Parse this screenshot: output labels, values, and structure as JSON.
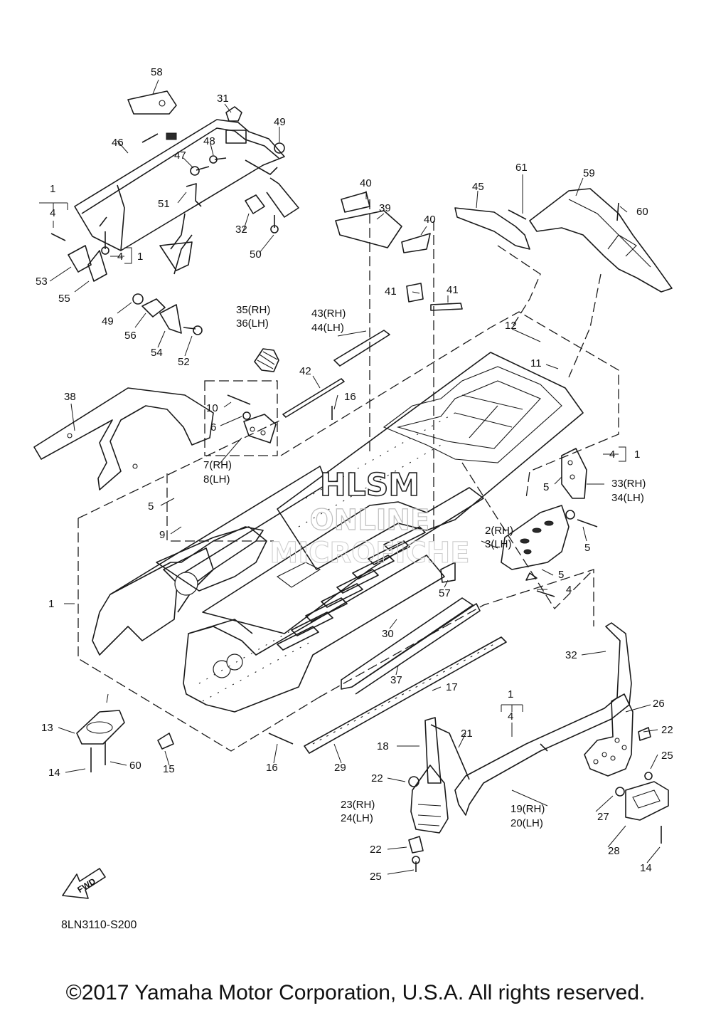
{
  "diagram_code": "8LN3110-S200",
  "copyright": "©2017 Yamaha Motor Corporation, U.S.A. All rights reserved.",
  "watermark": {
    "line1": "HLSM",
    "line2": "ONLINE",
    "line3": "MICROFICHE"
  },
  "fwd_label": "FWD",
  "callouts": {
    "c58": "58",
    "c31": "31",
    "c49a": "49",
    "c46": "46",
    "c48": "48",
    "c47": "47",
    "c51": "51",
    "c32a": "32",
    "c50": "50",
    "c1a": "1",
    "c4a": "4",
    "c4b": "4",
    "c1b": "1",
    "c53": "53",
    "c55": "55",
    "c49b": "49",
    "c56": "56",
    "c54": "54",
    "c52": "52",
    "c40a": "40",
    "c39": "39",
    "c40b": "40",
    "c45": "45",
    "c61": "61",
    "c59": "59",
    "c60a": "60",
    "c41a": "41",
    "c41b": "41",
    "c35": "35(RH)",
    "c36": "36(LH)",
    "c43": "43(RH)",
    "c44": "44(LH)",
    "c12": "12",
    "c11": "11",
    "c42": "42",
    "c38": "38",
    "c10": "10",
    "c6": "6",
    "c16a": "16",
    "c7": "7(RH)",
    "c8": "8(LH)",
    "c4c": "4",
    "c1c": "1",
    "c5a": "5",
    "c33": "33(RH)",
    "c34": "34(LH)",
    "c5b": "5",
    "c9": "9",
    "c2": "2(RH)",
    "c3": "3(LH)",
    "c5c": "5",
    "c5d": "5",
    "c4d": "4",
    "c1d": "1",
    "c57": "57",
    "c30": "30",
    "c32b": "32",
    "c37": "37",
    "c17": "17",
    "c1e": "1",
    "c4e": "4",
    "c26": "26",
    "c22a": "22",
    "c13": "13",
    "c14a": "14",
    "c60b": "60",
    "c15": "15",
    "c16b": "16",
    "c29": "29",
    "c18": "18",
    "c21": "21",
    "c25a": "25",
    "c22b": "22",
    "c23": "23(RH)",
    "c24": "24(LH)",
    "c19": "19(RH)",
    "c20": "20(LH)",
    "c27": "27",
    "c28": "28",
    "c14b": "14",
    "c22c": "22",
    "c25b": "25"
  }
}
